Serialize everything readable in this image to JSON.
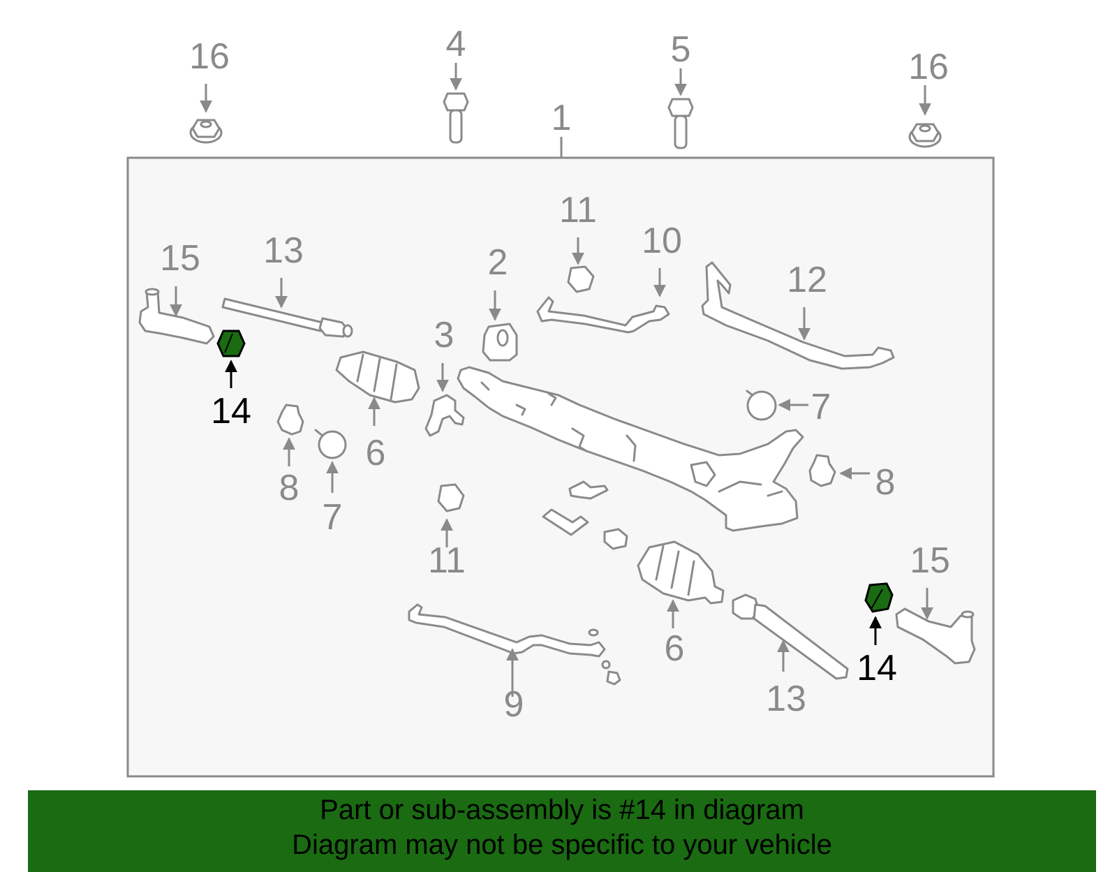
{
  "callouts": {
    "c1": "1",
    "c2": "2",
    "c3": "3",
    "c4": "4",
    "c5": "5",
    "c6": "6",
    "c7": "7",
    "c8": "8",
    "c9": "9",
    "c10": "10",
    "c11": "11",
    "c12": "12",
    "c13": "13",
    "c14": "14",
    "c15": "15",
    "c16": "16"
  },
  "highlight": {
    "part_number": "14",
    "color": "#1a6b12"
  },
  "colors": {
    "parts": "#8a8a8a",
    "frame_fill": "#f7f7f7",
    "banner": "#1a6b12"
  },
  "banner": {
    "line1": "Part or sub-assembly is #14 in diagram",
    "line2": "Diagram may not be specific to your vehicle"
  }
}
